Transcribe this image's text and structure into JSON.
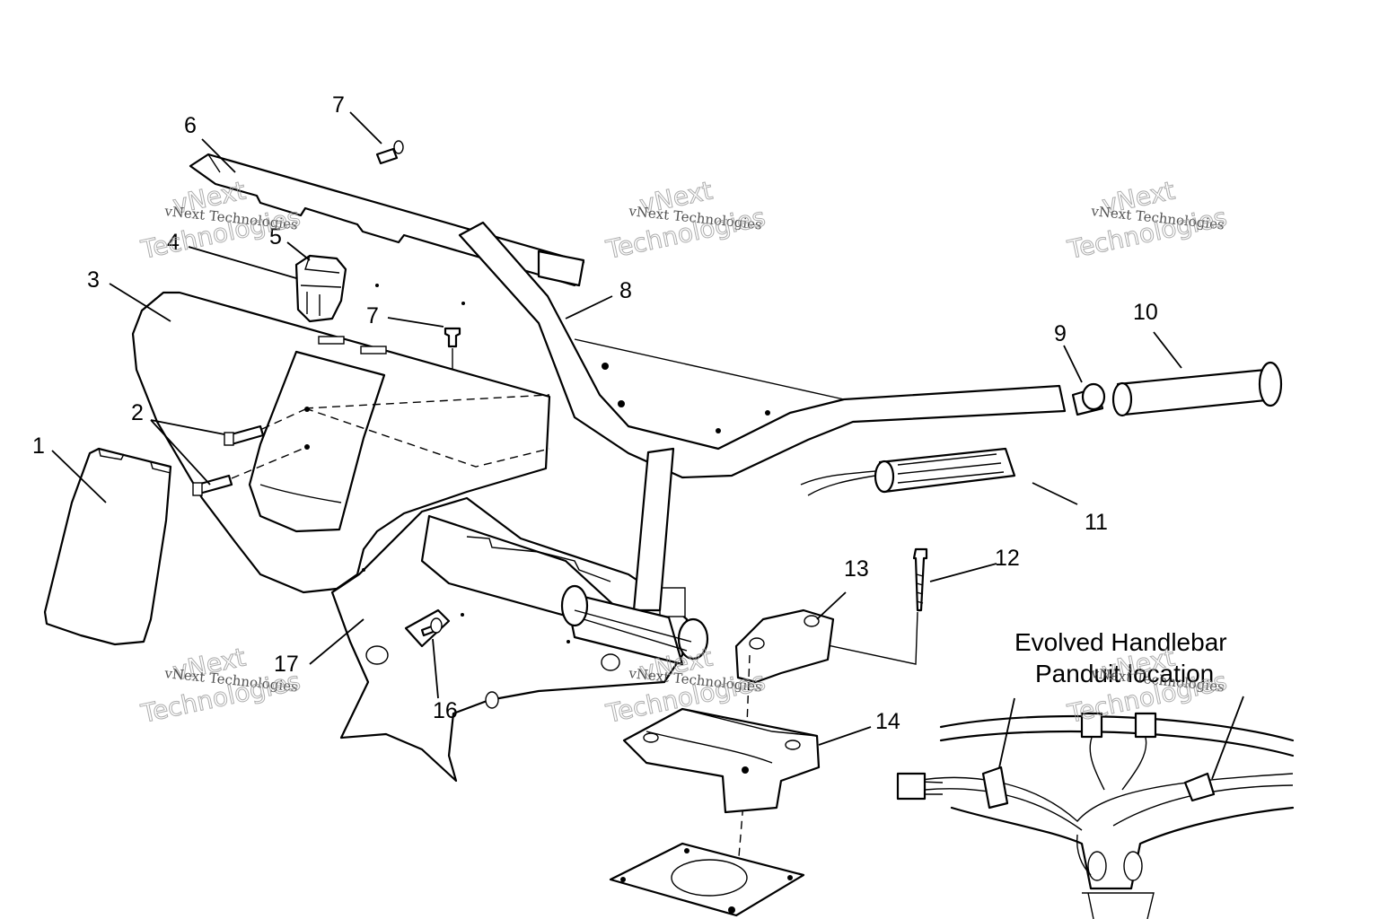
{
  "callouts": [
    {
      "id": "c1",
      "label": "1"
    },
    {
      "id": "c2",
      "label": "2"
    },
    {
      "id": "c3",
      "label": "3"
    },
    {
      "id": "c4",
      "label": "4"
    },
    {
      "id": "c5",
      "label": "5"
    },
    {
      "id": "c6",
      "label": "6"
    },
    {
      "id": "c7a",
      "label": "7"
    },
    {
      "id": "c7b",
      "label": "7"
    },
    {
      "id": "c8",
      "label": "8"
    },
    {
      "id": "c9",
      "label": "9"
    },
    {
      "id": "c10",
      "label": "10"
    },
    {
      "id": "c11",
      "label": "11"
    },
    {
      "id": "c12",
      "label": "12"
    },
    {
      "id": "c13",
      "label": "13"
    },
    {
      "id": "c14",
      "label": "14"
    },
    {
      "id": "c16",
      "label": "16"
    },
    {
      "id": "c17",
      "label": "17"
    }
  ],
  "inset": {
    "title_line1": "Evolved Handlebar",
    "title_line2": "Panduit location"
  },
  "watermark": {
    "small": "vNext Technologies",
    "large_top": "vNext",
    "large_bottom": "Technologies"
  }
}
